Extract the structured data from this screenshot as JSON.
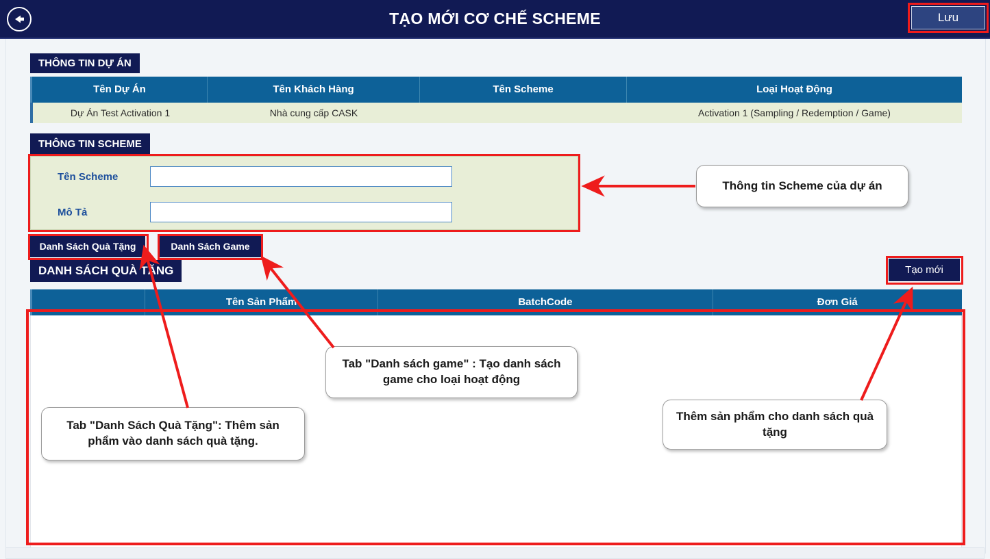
{
  "header": {
    "title": "TẠO MỚI CƠ CHẾ SCHEME",
    "back_icon": "arrow-left-icon",
    "save_label": "Lưu"
  },
  "project_section": {
    "tag": "THÔNG TIN DỰ ÁN",
    "columns": [
      "Tên Dự Án",
      "Tên Khách Hàng",
      "Tên Scheme",
      "Loại Hoạt Động"
    ],
    "rows": [
      {
        "project_name": "Dự Án Test Activation 1",
        "customer_name": "Nhà cung cấp CASK",
        "scheme_name": "",
        "activity_type": "Activation 1 (Sampling / Redemption / Game)"
      }
    ]
  },
  "scheme_section": {
    "tag": "THÔNG TIN SCHEME",
    "fields": [
      {
        "label": "Tên Scheme",
        "value": "",
        "placeholder": ""
      },
      {
        "label": "Mô Tả",
        "value": "",
        "placeholder": ""
      }
    ]
  },
  "tabs": [
    {
      "label": "Danh Sách Quà Tặng",
      "active": true
    },
    {
      "label": "Danh Sách Game",
      "active": false
    }
  ],
  "gift_section": {
    "tag": "DANH SÁCH QUÀ TẶNG",
    "create_label": "Tạo mới",
    "columns": [
      "",
      "Tên Sản Phẩm",
      "BatchCode",
      "Đơn Giá"
    ],
    "rows": []
  },
  "callouts": [
    {
      "id": "scheme",
      "text": "Thông tin Scheme của dự án"
    },
    {
      "id": "game",
      "text": "Tab \"Danh sách game\" : Tạo danh sách game cho loại hoạt động"
    },
    {
      "id": "gift",
      "text": "Tab \"Danh Sách Quà Tặng\": Thêm sản phẩm vào danh sách quà tặng."
    },
    {
      "id": "add",
      "text": "Thêm sản phẩm cho danh sách quà tặng"
    }
  ],
  "colors": {
    "navy": "#111a54",
    "table_header_blue": "#0d6198",
    "row_green": "#e8eed7",
    "annotation_red": "#ee1c1c",
    "page_bg": "#f2f5f8",
    "label_blue": "#1d4f9c"
  }
}
